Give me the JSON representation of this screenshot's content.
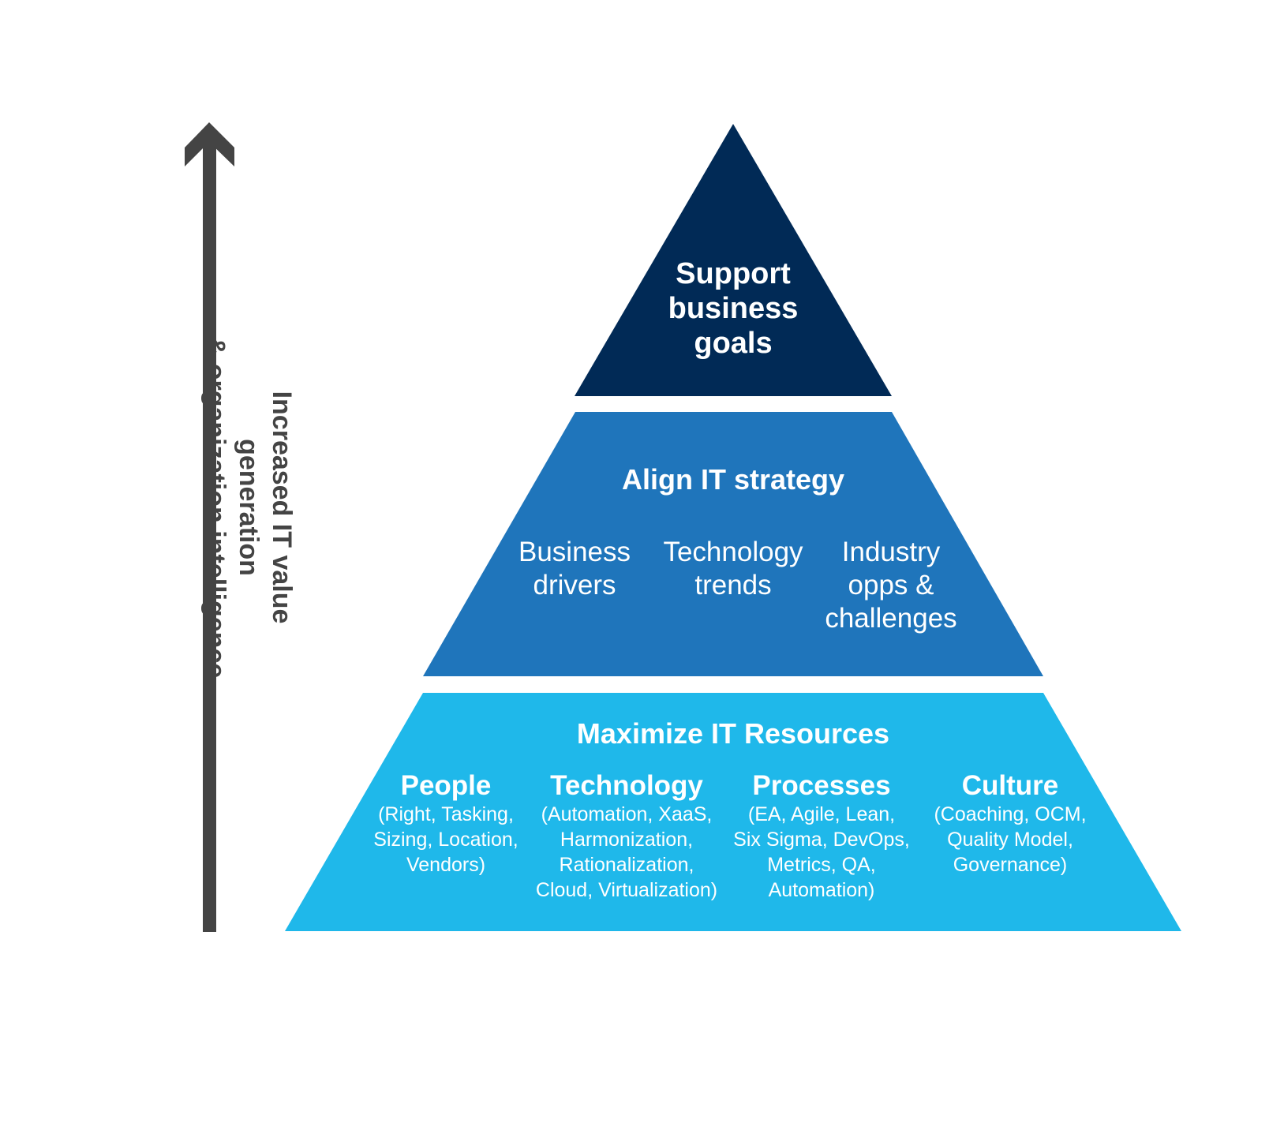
{
  "colors": {
    "top_tier": "#012a56",
    "middle_tier": "#1f75bb",
    "base_tier": "#1fb8ea",
    "arrow": "#444444",
    "text": "#ffffff"
  },
  "icons": {
    "arrow": "up-arrow-icon"
  },
  "arrow_caption": "Increased IT value generation\n& organization intelligence",
  "pyramid": {
    "top": {
      "title": "Support\nbusiness\ngoals"
    },
    "middle": {
      "title": "Align IT strategy",
      "items": [
        "Business\ndrivers",
        "Technology\ntrends",
        "Industry\nopps &\nchallenges"
      ]
    },
    "base": {
      "title": "Maximize IT Resources",
      "columns": [
        {
          "heading": "People",
          "details": "(Right, Tasking,\nSizing, Location,\nVendors)"
        },
        {
          "heading": "Technology",
          "details": "(Automation, XaaS,\nHarmonization,\nRationalization,\nCloud, Virtualization)"
        },
        {
          "heading": "Processes",
          "details": "(EA, Agile, Lean,\nSix Sigma, DevOps,\nMetrics, QA,\nAutomation)"
        },
        {
          "heading": "Culture",
          "details": "(Coaching, OCM,\nQuality Model,\nGovernance)"
        }
      ]
    }
  }
}
